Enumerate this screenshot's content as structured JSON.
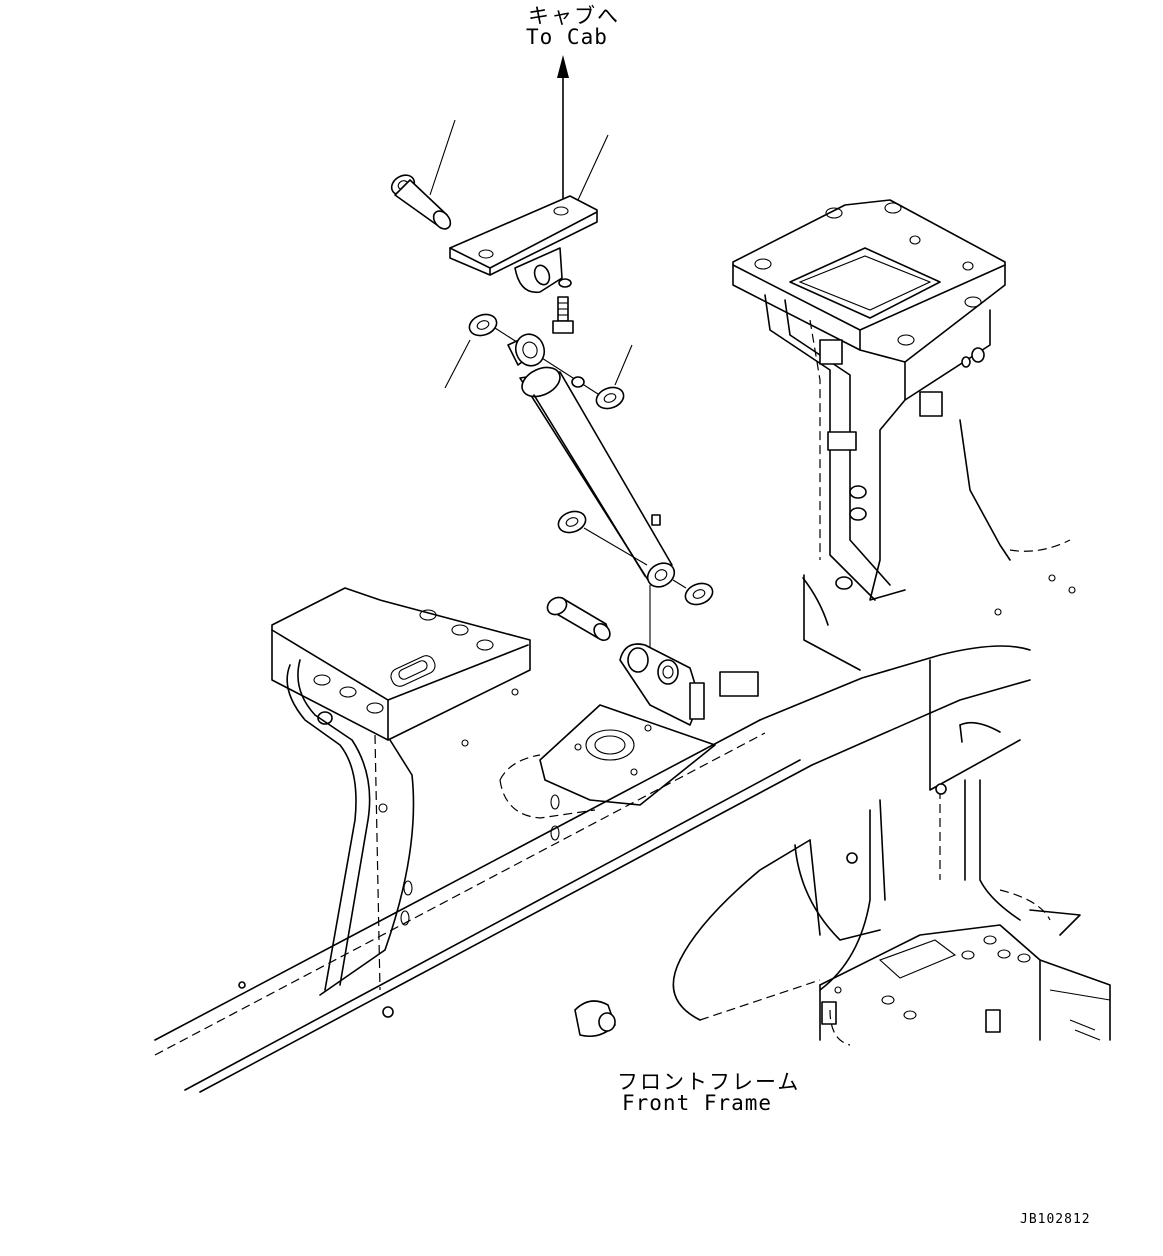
{
  "labels": {
    "to_cab_jp": "キャブへ",
    "to_cab_en": "To Cab",
    "front_frame_jp": "フロントフレーム",
    "front_frame_en": "Front Frame",
    "drawing_code": "JB102812"
  },
  "colors": {
    "line": "#000000",
    "background": "#ffffff"
  }
}
